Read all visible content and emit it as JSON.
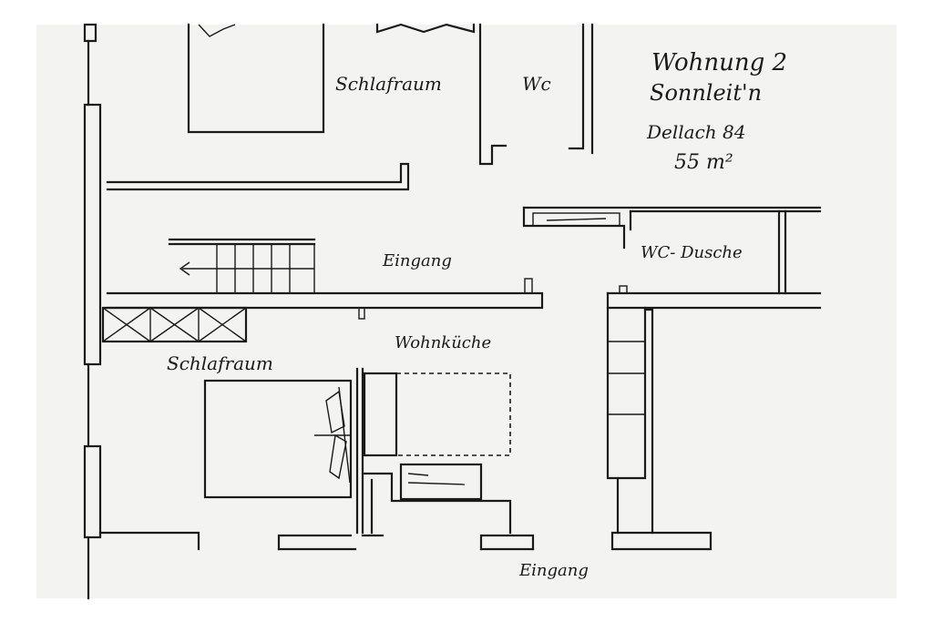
{
  "title": {
    "line1": "Wohnung 2",
    "line2": "Sonnleit'n",
    "line3": "Dellach 84",
    "area": "55 m²"
  },
  "rooms": {
    "bedroom_top": "Schlafraum",
    "wc_top": "Wc",
    "entrance_hall": "Eingang",
    "wc_shower": "WC- Dusche",
    "kitchen_living": "Wohnküche",
    "bedroom_bottom": "Schlafraum",
    "entrance_bottom": "Eingang"
  },
  "colors": {
    "ink": "#1a1a1a",
    "paper": "#f3f3f1"
  }
}
